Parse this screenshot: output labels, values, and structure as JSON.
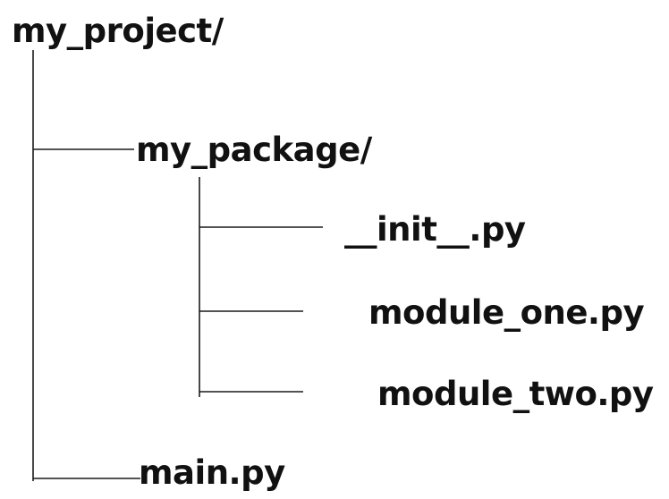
{
  "tree": {
    "root": "my_project/",
    "package": "my_package/",
    "init_file": "__init__.py",
    "module_one": "module_one.py",
    "module_two": "module_two.py",
    "main_file": "main.py"
  },
  "colors": {
    "text": "#111111",
    "lines": "#1a1a1a",
    "background": "#ffffff"
  }
}
